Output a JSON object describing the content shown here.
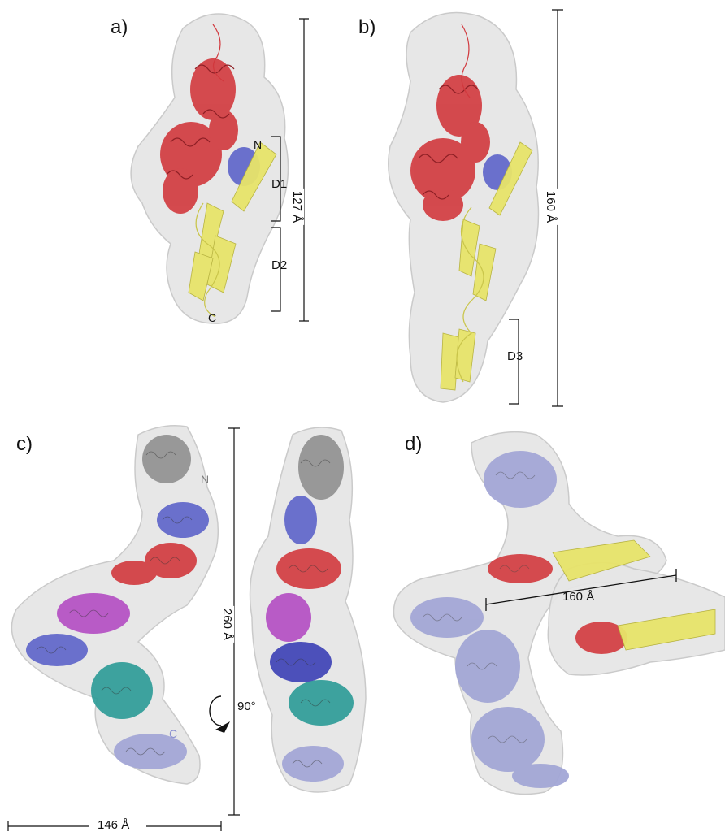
{
  "panels": {
    "a": "a)",
    "b": "b)",
    "c": "c)",
    "d": "d)"
  },
  "annotations": {
    "a_n": "N",
    "a_c": "C",
    "a_d1": "D1",
    "a_d2": "D2",
    "b_d3": "D3",
    "c_n": "N",
    "c_c": "C",
    "rotation": "90°"
  },
  "measurements": {
    "a_height": "127 Å",
    "b_height": "160 Å",
    "c_height": "260 Å",
    "c_width": "146 Å",
    "d_length": "160 Å"
  },
  "colors": {
    "envelope": "#e2e2e2",
    "red": "#d1383d",
    "yellow": "#e8e46a",
    "blue": "#5c63c9",
    "gray": "#8a8a8a",
    "magenta": "#b34bc2",
    "teal": "#2a9a96",
    "lavender": "#a3a7d6"
  }
}
